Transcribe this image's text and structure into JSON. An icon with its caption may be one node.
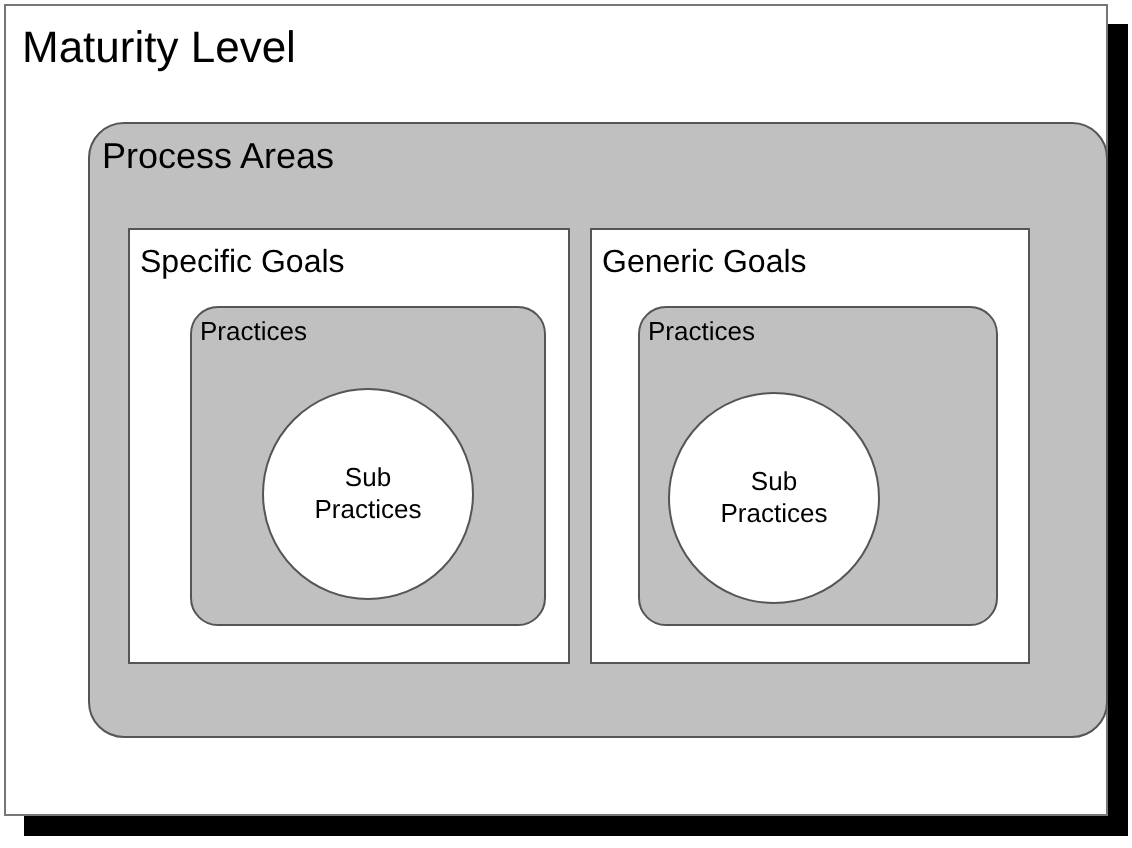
{
  "diagram": {
    "nodes": [
      {
        "text": [
          "Maturity Level"
        ]
      },
      {
        "text": [
          "Process Areas"
        ],
        "in": 0
      },
      {
        "text": [
          "Specific Goals"
        ],
        "in": 1
      },
      {
        "text": [
          "Practices"
        ],
        "in": 2
      },
      {
        "text": [
          "Sub Practices"
        ],
        "in": 3
      },
      {
        "text": [
          "Generic Goals"
        ],
        "in": 1
      },
      {
        "text": [
          "Practices"
        ],
        "in": 5
      },
      {
        "text": [
          "Sub Practices"
        ],
        "in": 6
      }
    ]
  }
}
